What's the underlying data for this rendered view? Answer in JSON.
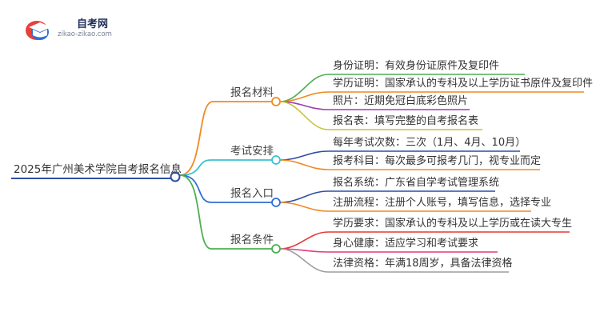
{
  "logo": {
    "name": "自考网",
    "url": "zikao-zikao.com",
    "icon": "graduation-cap-icon"
  },
  "mindmap": {
    "root": "2025年广州美术学院自考报名信息",
    "branches": [
      {
        "label": "报名材料",
        "color": "#f08a22",
        "children": [
          {
            "text": "身份证明：有效身份证原件及复印件",
            "color": "#4caf50"
          },
          {
            "text": "学历证明：国家承认的专科及以上学历证书原件及复印件",
            "color": "#f08a22"
          },
          {
            "text": "照片：近期免冠白底彩色照片",
            "color": "#9c3fb0"
          },
          {
            "text": "报名表：填写完整的自考报名表",
            "color": "#c8c43a"
          }
        ]
      },
      {
        "label": "考试安排",
        "color": "#3cc2d0",
        "children": [
          {
            "text": "每年考试次数：三次（1月、4月、10月）",
            "color": "#2e4fa3"
          },
          {
            "text": "报考科目：每次最多可报考几门，视专业而定",
            "color": "#f08a22"
          }
        ]
      },
      {
        "label": "报名入口",
        "color": "#2e6ed6",
        "children": [
          {
            "text": "报名系统：广东省自学考试管理系统",
            "color": "#2e4fa3"
          },
          {
            "text": "注册流程：注册个人账号，填写信息，选择专业",
            "color": "#f08a22"
          }
        ]
      },
      {
        "label": "报名条件",
        "color": "#4caf50",
        "children": [
          {
            "text": "学历要求：国家承认的专科及以上学历或在读大专生",
            "color": "#e53935"
          },
          {
            "text": "身心健康：适应学习和考试要求",
            "color": "#e5397a"
          },
          {
            "text": "法律资格：年满18周岁，具备法律资格",
            "color": "#9e9e9e"
          }
        ]
      }
    ]
  }
}
